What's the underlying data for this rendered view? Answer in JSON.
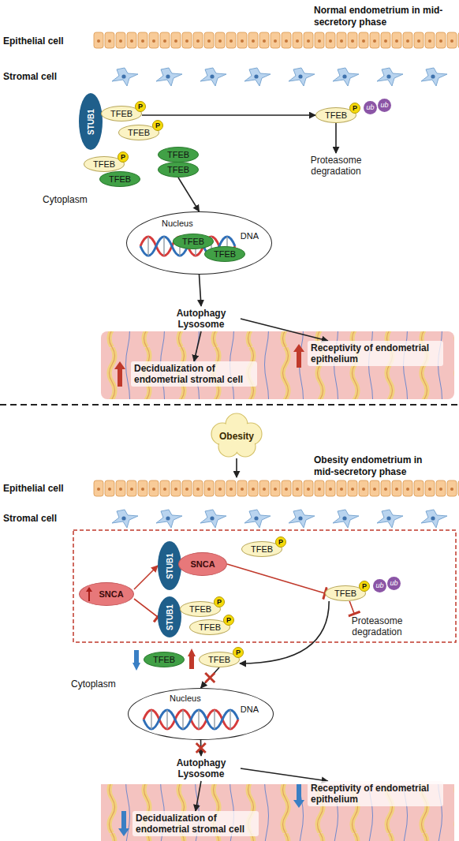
{
  "diagram": {
    "nodes": [
      {
        "text": [
          "STUB1"
        ]
      },
      {
        "text": [
          "TFEB",
          "P"
        ]
      },
      {
        "text": [
          "TFEB",
          "P"
        ]
      },
      {
        "text": [
          "TFEB",
          "P",
          "ub",
          "ub"
        ]
      },
      {
        "text": [
          "Proteasome degradation"
        ]
      },
      {
        "text": [
          "TFEB",
          "P"
        ]
      },
      {
        "text": [
          "TFEB"
        ]
      },
      {
        "text": [
          "TFEB"
        ]
      },
      {
        "text": [
          "TFEB"
        ]
      },
      {
        "text": [
          "Nucleus",
          "DNA"
        ]
      },
      {
        "text": [
          "TFEB"
        ],
        "in": 9
      },
      {
        "text": [
          "TFEB"
        ],
        "in": 9
      },
      {
        "text": [
          "Autophagy Lysosome"
        ]
      },
      {
        "text": [
          "Decidualization of endometrial stromal cell"
        ]
      },
      {
        "text": [
          "Receptivity of endometrial epithelium"
        ]
      },
      {
        "text": [
          "Obesity"
        ]
      },
      {
        "text": [
          "SNCA"
        ]
      },
      {
        "text": [
          "STUB1"
        ]
      },
      {
        "text": [
          "SNCA"
        ]
      },
      {
        "text": [
          "TFEB",
          "P"
        ]
      },
      {
        "text": [
          "TFEB",
          "P",
          "ub",
          "ub"
        ]
      },
      {
        "text": [
          "STUB1"
        ]
      },
      {
        "text": [
          "TFEB",
          "P"
        ]
      },
      {
        "text": [
          "TFEB",
          "P"
        ]
      },
      {
        "text": [
          "Proteasome degradation"
        ]
      },
      {
        "text": [
          "TFEB"
        ]
      },
      {
        "text": [
          "TFEB",
          "P"
        ]
      },
      {
        "text": [
          "Nucleus",
          "DNA"
        ]
      },
      {
        "text": [
          "Autophagy Lysosome"
        ]
      },
      {
        "text": [
          "Decidualization of endometrial stromal cell"
        ]
      },
      {
        "text": [
          "Receptivity of endometrial epithelium"
        ]
      }
    ],
    "edges": [
      {
        "from": 1,
        "to": 3,
        "arrow": "to"
      },
      {
        "from": 3,
        "to": 4,
        "arrow": "to"
      },
      {
        "from": 8,
        "to": 9,
        "arrow": "to"
      },
      {
        "from": 9,
        "to": 12,
        "arrow": "to"
      },
      {
        "from": 12,
        "to": 13,
        "arrow": "to"
      },
      {
        "from": 12,
        "to": 14,
        "arrow": "to"
      },
      {
        "from": 16,
        "to": 17,
        "arrow": "to"
      },
      {
        "from": 16,
        "to": 21,
        "arrow": "to"
      },
      {
        "from": 18,
        "to": 20,
        "arrow": "to"
      },
      {
        "from": 20,
        "to": 24,
        "arrow": "to"
      },
      {
        "from": 20,
        "to": 26,
        "arrow": "to"
      },
      {
        "from": 26,
        "to": 27,
        "arrow": "to"
      },
      {
        "from": 27,
        "to": 28,
        "arrow": "to"
      },
      {
        "from": 28,
        "to": 29,
        "arrow": "to"
      },
      {
        "from": 28,
        "to": 30,
        "arrow": "to"
      }
    ],
    "labels": [
      "Normal endometrium in mid-secretory phase",
      "Epithelial cell",
      "Stromal cell",
      "Cytoplasm",
      "Obesity endometrium in mid-secretory phase",
      "Epithelial cell",
      "Stromal cell",
      "Cytoplasm"
    ]
  }
}
